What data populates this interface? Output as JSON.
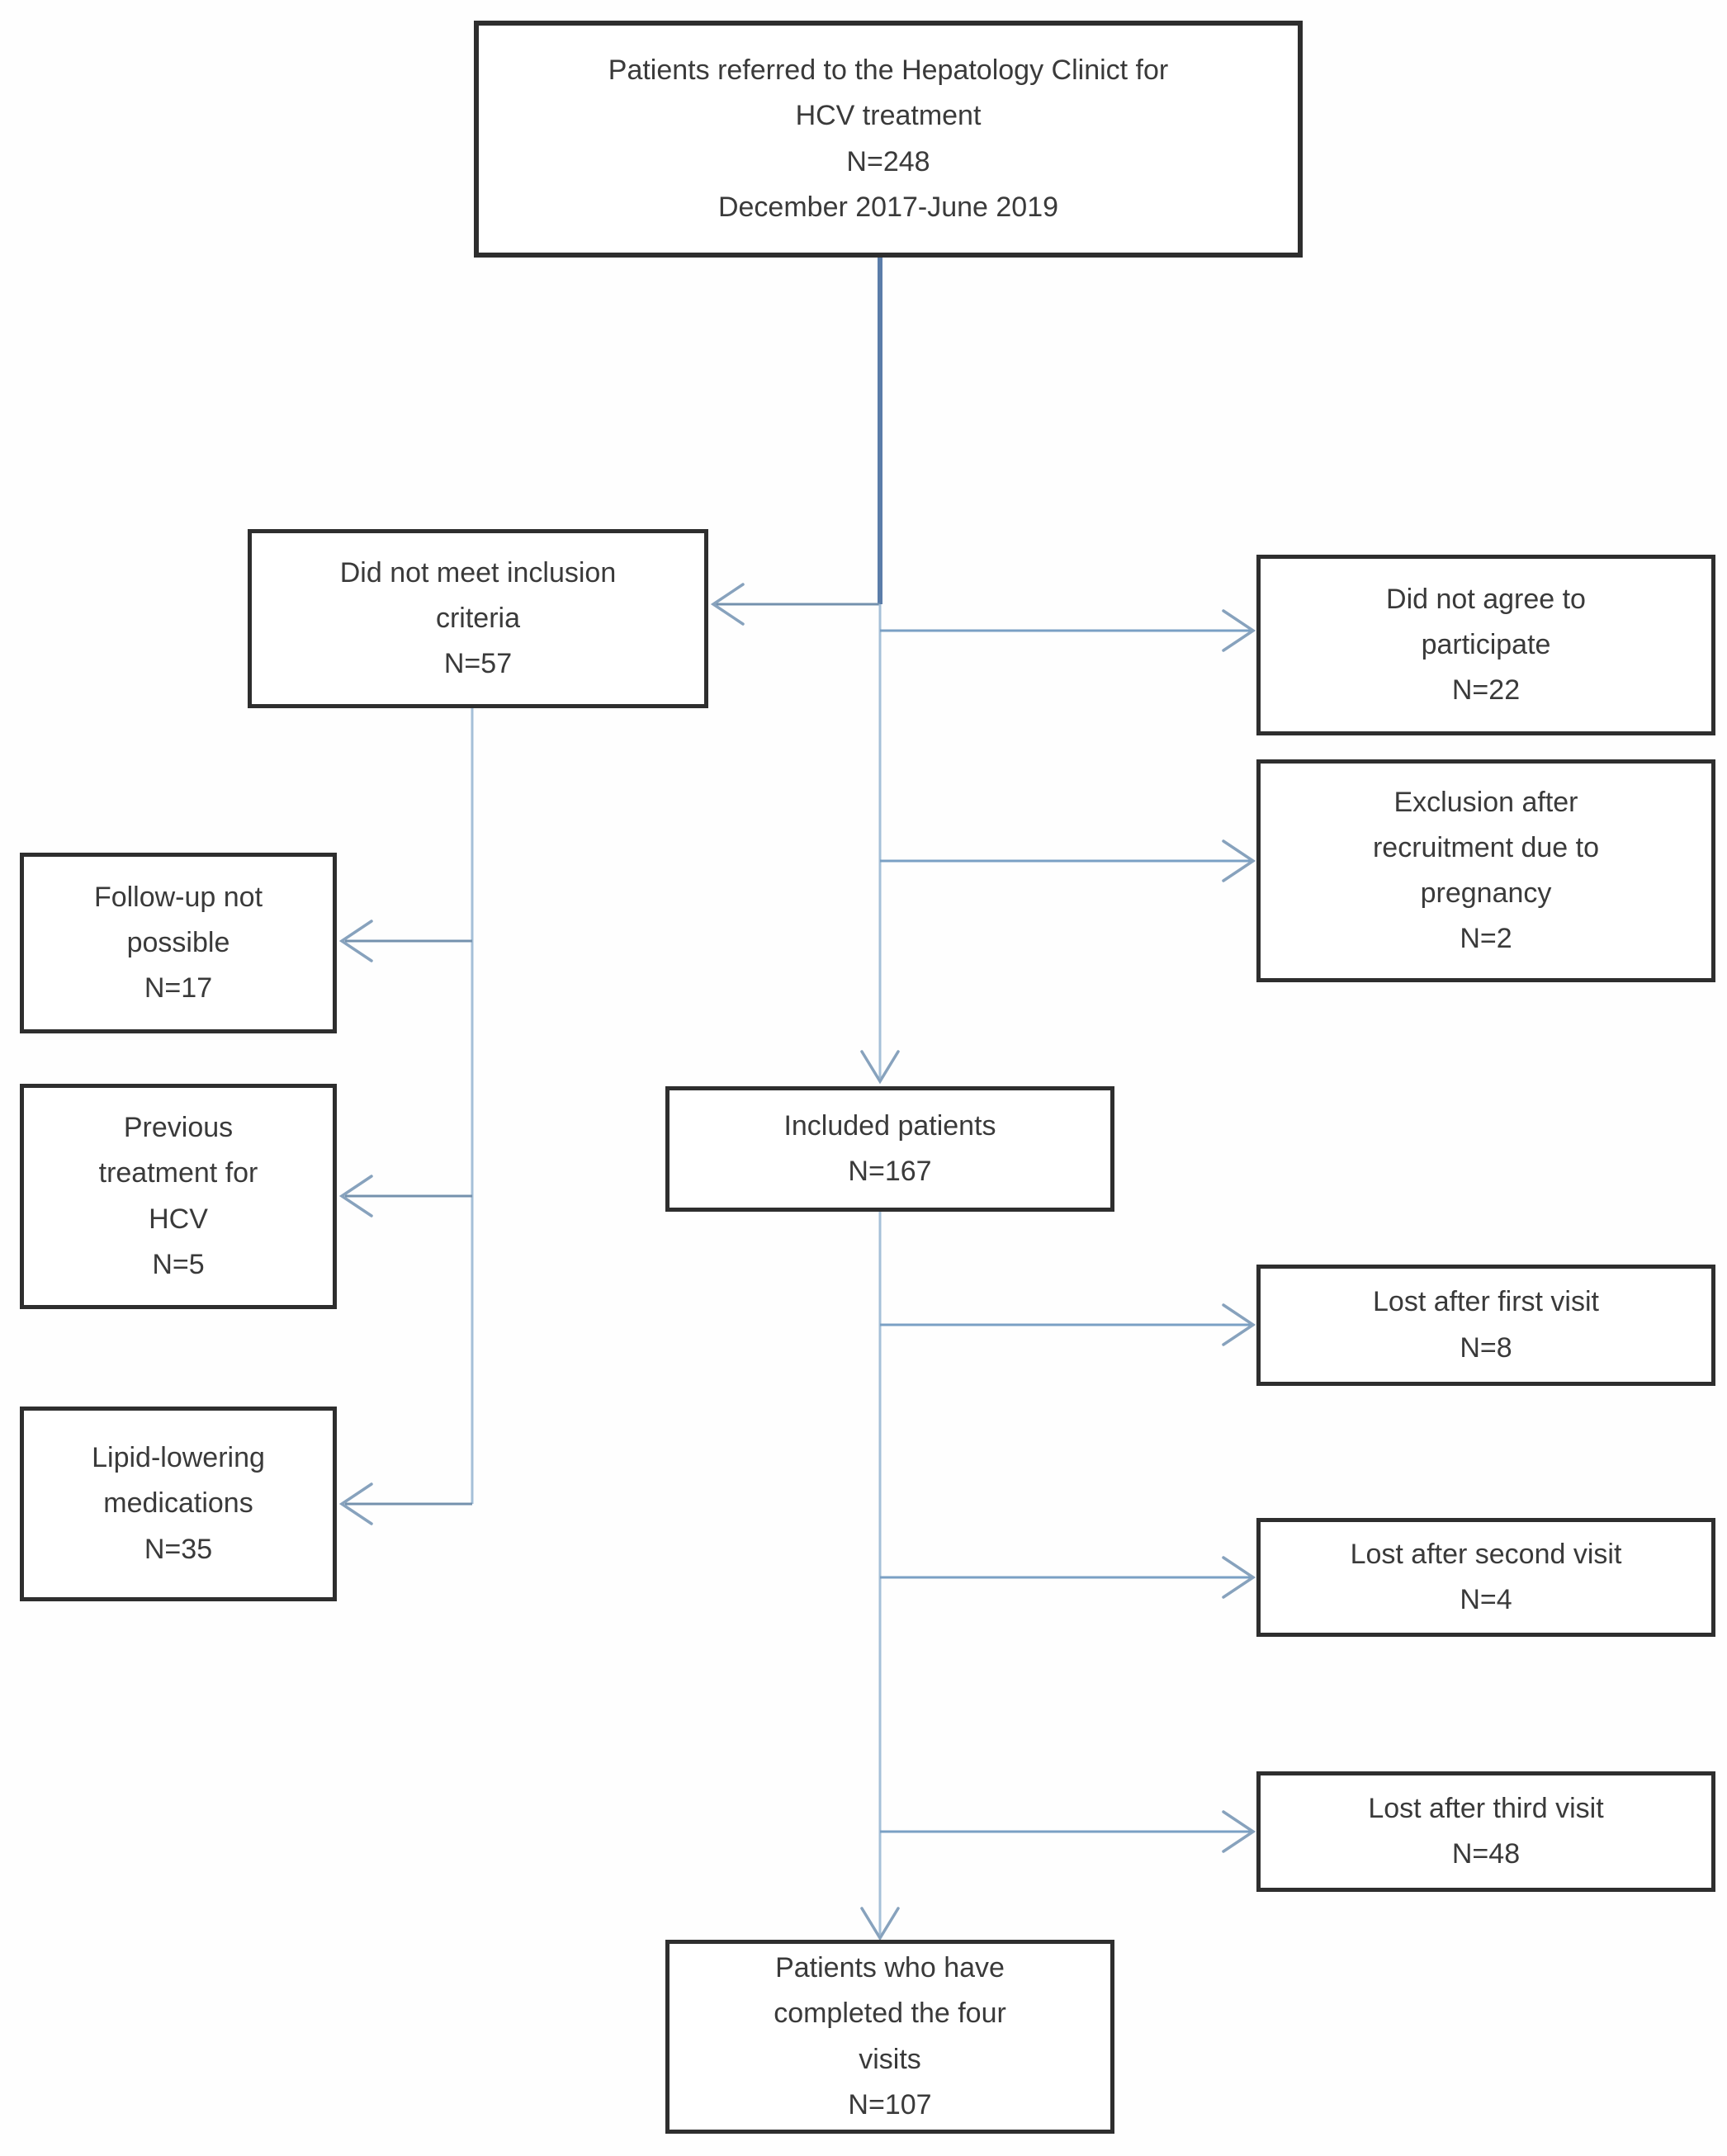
{
  "figure": {
    "type": "patient-flow-diagram",
    "background": "#fefefe"
  },
  "colors": {
    "box_border": "#2e2e2e",
    "text": "#3a3a3a",
    "line_thick": "#5b7da9",
    "line_medium": "#7491ad",
    "line_arrow": "#7aa0c4",
    "line_light": "#a5c0d8",
    "arrowhead": "#87a2bd"
  },
  "nodes": {
    "referred": {
      "label": "Patients referred to the Hepatology Clinict for\nHCV treatment\nN=248\nDecember 2017-June 2019",
      "n": 248
    },
    "not_meet_criteria": {
      "label": "Did not meet inclusion\ncriteria\nN=57",
      "n": 57
    },
    "not_agree": {
      "label": "Did not agree to\nparticipate\nN=22",
      "n": 22
    },
    "exclusion_pregnancy": {
      "label": "Exclusion after\nrecruitment due to\npregnancy\nN=2",
      "n": 2
    },
    "followup_not_possible": {
      "label": "Follow-up not\npossible\nN=17",
      "n": 17
    },
    "previous_treatment": {
      "label": "Previous\ntreatment for\nHCV\nN=5",
      "n": 5
    },
    "lipid_lowering": {
      "label": "Lipid-lowering\nmedications\nN=35",
      "n": 35
    },
    "included_patients": {
      "label": "Included patients\nN=167",
      "n": 167
    },
    "lost_after_first": {
      "label": "Lost  after first visit\nN=8",
      "n": 8
    },
    "lost_after_second": {
      "label": "Lost after second visit\nN=4",
      "n": 4
    },
    "lost_after_third": {
      "label": "Lost after third visit\nN=48",
      "n": 48
    },
    "completed_four_visits": {
      "label": "Patients who have\ncompleted the four\nvisits\nN=107",
      "n": 107
    }
  }
}
